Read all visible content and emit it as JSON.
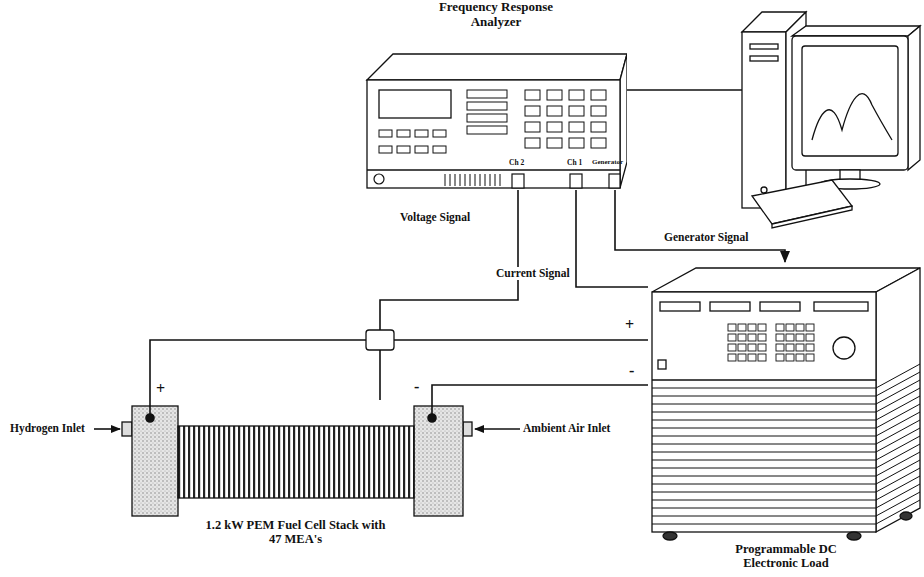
{
  "diagram": {
    "nodes": [
      {
        "text": [
          "Frequency Response Analyzer"
        ]
      },
      {
        "text": [
          "1.2 kW PEM Fuel Cell Stack with 47 MEA's"
        ]
      },
      {
        "text": [
          "Programmable DC Electronic Load"
        ]
      }
    ],
    "edges": [
      {
        "from": 1,
        "to": 0,
        "label": "Voltage Signal",
        "arrow": "none"
      },
      {
        "from": 2,
        "to": 0,
        "label": "Current Signal",
        "arrow": "none"
      },
      {
        "from": 0,
        "to": 2,
        "label": "Generator Signal",
        "arrow": "to"
      },
      {
        "from": 1,
        "to": 2,
        "arrow": "none"
      },
      {
        "from": 1,
        "to": 2,
        "arrow": "none"
      }
    ],
    "labels": [
      "Ch 2",
      "Ch 1",
      "Generator",
      "+",
      "-",
      "Hydrogen Inlet",
      "Ambient Air Inlet",
      "+",
      "-"
    ]
  }
}
